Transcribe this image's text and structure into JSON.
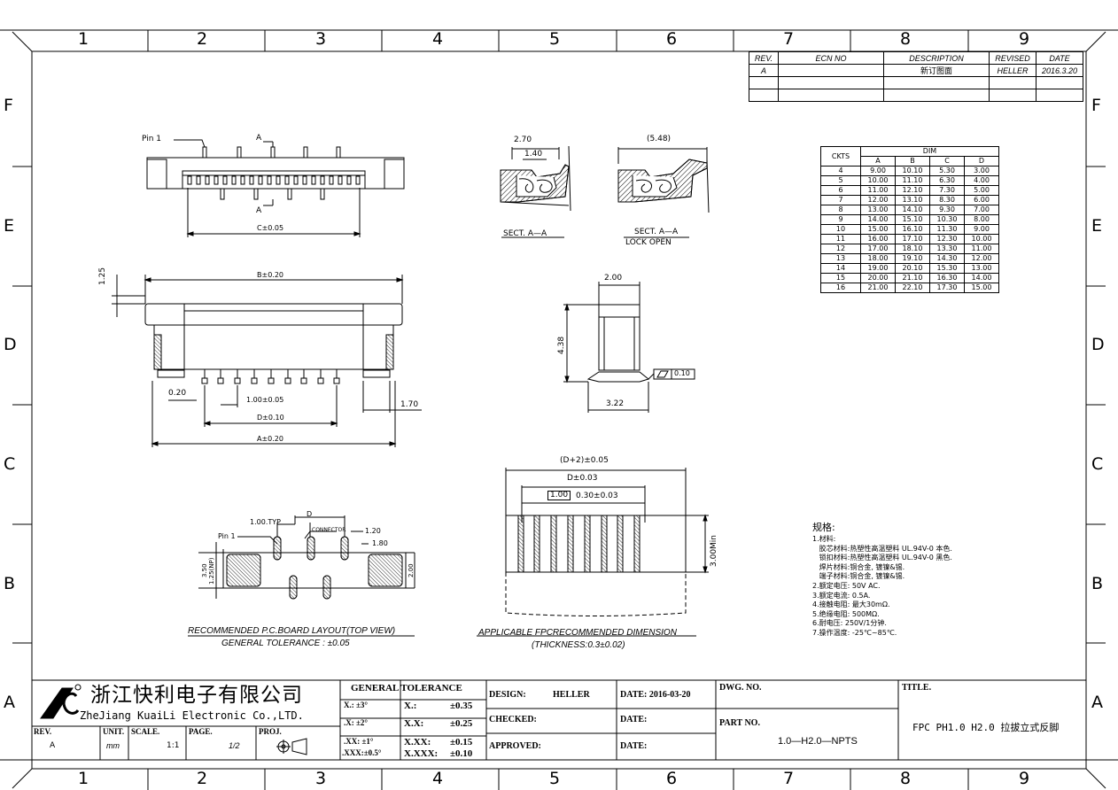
{
  "zones": {
    "columns": [
      "1",
      "2",
      "3",
      "4",
      "5",
      "6",
      "7",
      "8",
      "9"
    ],
    "rows": [
      "F",
      "E",
      "D",
      "C",
      "B",
      "A"
    ]
  },
  "revision_table": {
    "headers": [
      "REV.",
      "ECN NO",
      "DESCRIPTION",
      "REVISED",
      "DATE"
    ],
    "rows": [
      [
        "A",
        "",
        "新订图面",
        "HELLER",
        "2016.3.20"
      ],
      [
        "",
        "",
        "",
        "",
        ""
      ],
      [
        "",
        "",
        "",
        "",
        ""
      ]
    ]
  },
  "dim_table": {
    "header_ckts": "CKTS",
    "header_dim": "DIM",
    "columns": [
      "A",
      "B",
      "C",
      "D"
    ],
    "rows": [
      [
        "4",
        "9.00",
        "10.10",
        "5.30",
        "3.00"
      ],
      [
        "5",
        "10.00",
        "11.10",
        "6.30",
        "4.00"
      ],
      [
        "6",
        "11.00",
        "12.10",
        "7.30",
        "5.00"
      ],
      [
        "7",
        "12.00",
        "13.10",
        "8.30",
        "6.00"
      ],
      [
        "8",
        "13.00",
        "14.10",
        "9.30",
        "7.00"
      ],
      [
        "9",
        "14.00",
        "15.10",
        "10.30",
        "8.00"
      ],
      [
        "10",
        "15.00",
        "16.10",
        "11.30",
        "9.00"
      ],
      [
        "11",
        "16.00",
        "17.10",
        "12.30",
        "10.00"
      ],
      [
        "12",
        "17.00",
        "18.10",
        "13.30",
        "11.00"
      ],
      [
        "13",
        "18.00",
        "19.10",
        "14.30",
        "12.00"
      ],
      [
        "14",
        "19.00",
        "20.10",
        "15.30",
        "13.00"
      ],
      [
        "15",
        "20.00",
        "21.10",
        "16.30",
        "14.00"
      ],
      [
        "16",
        "21.00",
        "22.10",
        "17.30",
        "15.00"
      ]
    ]
  },
  "views": {
    "top": {
      "pin1": "Pin 1",
      "sect_a_top": "A",
      "sect_a_bottom": "A",
      "c_dim": "C±0.05"
    },
    "front": {
      "height": "1.25",
      "b_dim": "B±0.20",
      "gap": "0.20",
      "pitch": "1.00±0.05",
      "d_dim": "D±0.10",
      "a_dim": "A±0.20",
      "foot": "1.70"
    },
    "section_a": {
      "w1": "2.70",
      "w2": "1.40",
      "label": "SECT. A—A"
    },
    "section_open": {
      "w": "(5.48)",
      "label1": "SECT. A—A",
      "label2": "LOCK OPEN"
    },
    "side": {
      "w": "2.00",
      "h": "4.38",
      "flat": "0.10",
      "base": "3.22"
    },
    "pcb": {
      "pin1": "Pin 1",
      "typ": "1.00.TYP",
      "d": "D",
      "connector": "CONNECTOR",
      "w1": "1.20",
      "w2": "1.80",
      "h1": "3.50",
      "h2": "1.25(NP)",
      "h3": "2.00",
      "title": "RECOMMENDED  P.C.BOARD  LAYOUT(TOP  VIEW)",
      "tol": "GENERAL  TOLERANCE  :  ±0.05"
    },
    "fpc": {
      "d2": "(D+2)±0.05",
      "d": "D±0.03",
      "pitch": "1.00",
      "width": "0.30±0.03",
      "len": "3.00Min",
      "title": "APPLICABLE  FPCRECOMMENDED  DIMENSION",
      "thick": "(THICKNESS:0.3±0.02)"
    }
  },
  "spec": {
    "heading": "规格:",
    "lines": [
      "1.材料:",
      "   胶芯材料:热塑性高温塑料 UL.94V-0 本色.",
      "   锁扣材料:热塑性高温塑料 UL.94V-0 黑色.",
      "   焊片材料:铜合金, 镀镍&锡.",
      "   端子材料:铜合金, 镀镍&锡.",
      "2.额定电压: 50V AC.",
      "3.额定电流: 0.5A.",
      "4.接触电阻: 最大30mΩ.",
      "5.绝缘电阻: 500MΩ.",
      "6.耐电压: 250V/1分钟.",
      "7.操作温度: -25℃~85℃."
    ]
  },
  "title_block": {
    "company_cn": "浙江快利电子有限公司",
    "company_en": "ZheJiang KuaiLi Electronic Co.,LTD.",
    "rev_label": "REV.",
    "rev": "A",
    "unit_label": "UNIT.",
    "unit": "mm",
    "scale_label": "SCALE.",
    "scale": "1:1",
    "page_label": "PAGE.",
    "page": "1/2",
    "proj_label": "PROJ.",
    "gen_tol": "GENERAL  TOLERANCE",
    "tol_angles": [
      "X.: ±3°",
      ".X: ±2°",
      ".XX: ±1°",
      ".XXX:±0.5°"
    ],
    "tol_x": [
      "X.:",
      "X.X:",
      "X.XX:",
      "X.XXX:"
    ],
    "tol_v": [
      "±0.35",
      "±0.25",
      "±0.15",
      "±0.10"
    ],
    "design_label": "DESIGN:",
    "designer": "HELLER",
    "checked_label": "CHECKED:",
    "approved_label": "APPROVED:",
    "date1": "DATE: 2016-03-20",
    "date2": "DATE:",
    "date3": "DATE:",
    "dwg_label": "DWG. NO.",
    "part_label": "PART NO.",
    "part_no": "1.0—H2.0—NPTS",
    "title_label": "TITLE.",
    "title": "FPC PH1.0 H2.0 拉拔立式反脚"
  }
}
